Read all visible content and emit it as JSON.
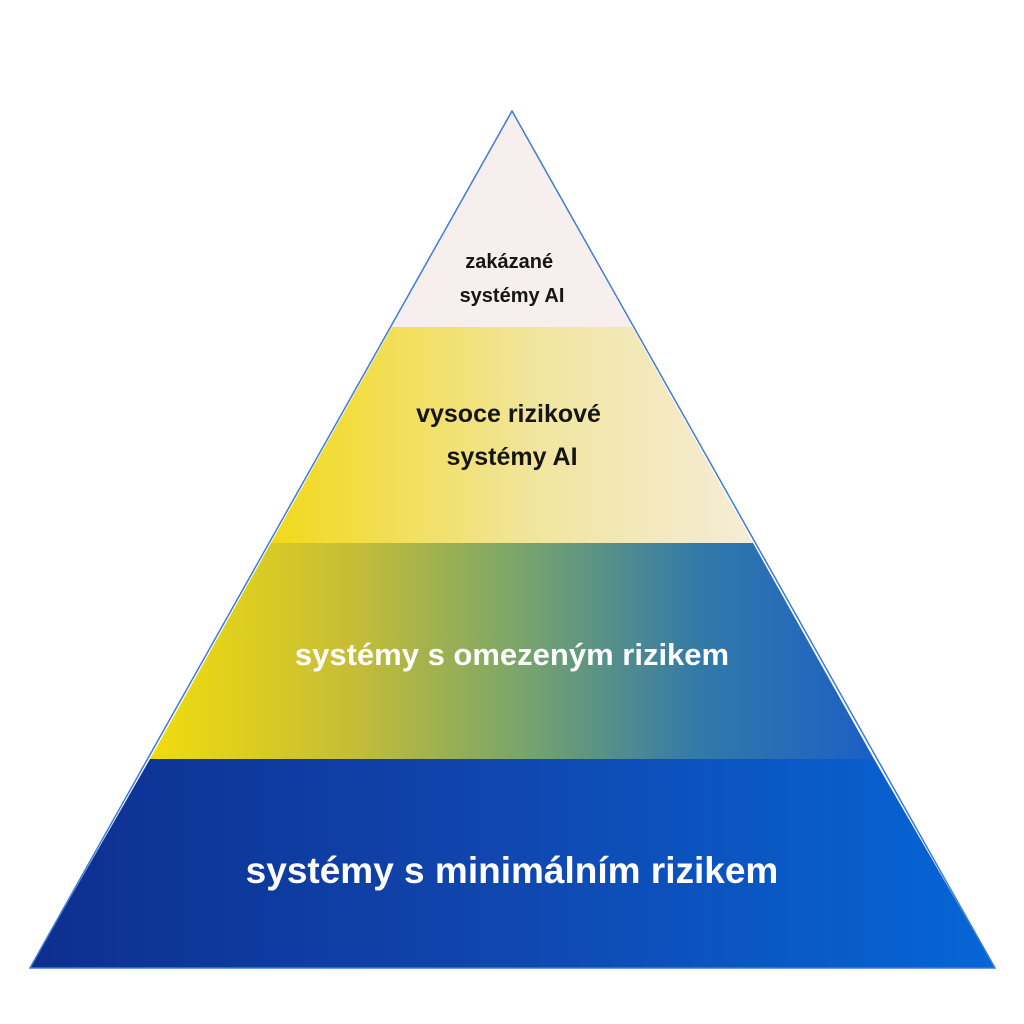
{
  "pyramid": {
    "tiers": [
      {
        "id": "prohibited",
        "lines": [
          "zakázané",
          "systémy AI"
        ],
        "text_color": "#151515",
        "gradient": [
          "#f7efee",
          "#f7efee"
        ]
      },
      {
        "id": "high-risk",
        "lines": [
          "vysoce rizikové",
          "systémy AI"
        ],
        "text_color": "#151515",
        "gradient": [
          "#f2d91a",
          "#f5ecd8"
        ]
      },
      {
        "id": "limited-risk",
        "lines": [
          "systémy s omezeným rizikem"
        ],
        "text_color": "#ffffff",
        "gradient": [
          "#f1dc0d",
          "#77a46d",
          "#1c5fc6"
        ]
      },
      {
        "id": "minimal-risk",
        "lines": [
          "systémy s minimálním rizikem"
        ],
        "text_color": "#ffffff",
        "gradient": [
          "#0d2f8f",
          "#0566d6"
        ]
      }
    ],
    "outline_color": "#3f7bd3"
  }
}
